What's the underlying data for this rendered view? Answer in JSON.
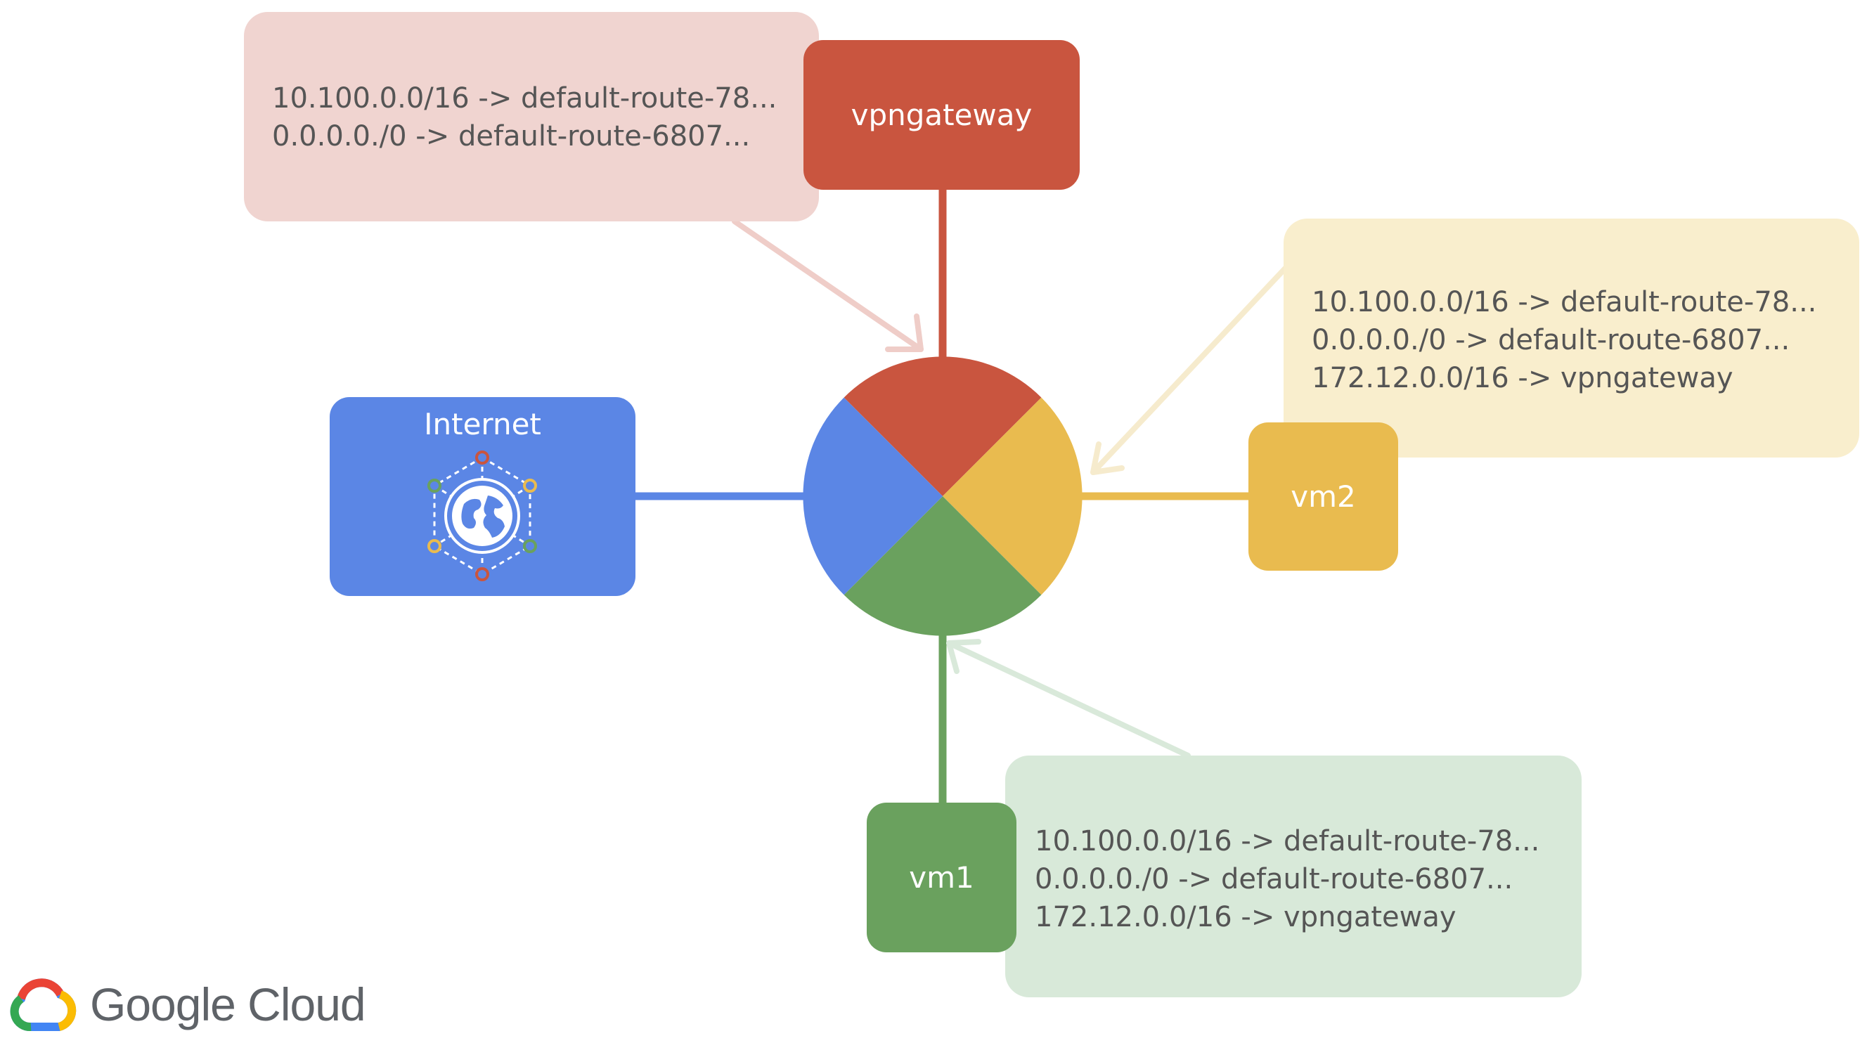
{
  "colors": {
    "red": "#c9553f",
    "yellow": "#e9bb4f",
    "green": "#6aa15e",
    "blue": "#5b86e5",
    "red_light": "#f0d4d0",
    "yellow_light": "#f9eecd",
    "green_light": "#d8e9d9",
    "text": "#555555"
  },
  "nodes": {
    "vpngateway": {
      "label": "vpngateway"
    },
    "internet": {
      "label": "Internet",
      "icon": "globe-network-icon"
    },
    "vm2": {
      "label": "vm2"
    },
    "vm1": {
      "label": "vm1"
    }
  },
  "route_tables": {
    "vpngateway": [
      "10.100.0.0/16 -> default-route-78...",
      "0.0.0.0./0 -> default-route-6807..."
    ],
    "vm2": [
      "10.100.0.0/16 -> default-route-78...",
      "0.0.0.0./0 -> default-route-6807...",
      "172.12.0.0/16 -> vpngateway"
    ],
    "vm1": [
      "10.100.0.0/16 -> default-route-78...",
      "0.0.0.0./0 -> default-route-6807...",
      "172.12.0.0/16 -> vpngateway"
    ]
  },
  "logo": {
    "text": "Google Cloud",
    "icon": "google-cloud-logo-icon"
  }
}
